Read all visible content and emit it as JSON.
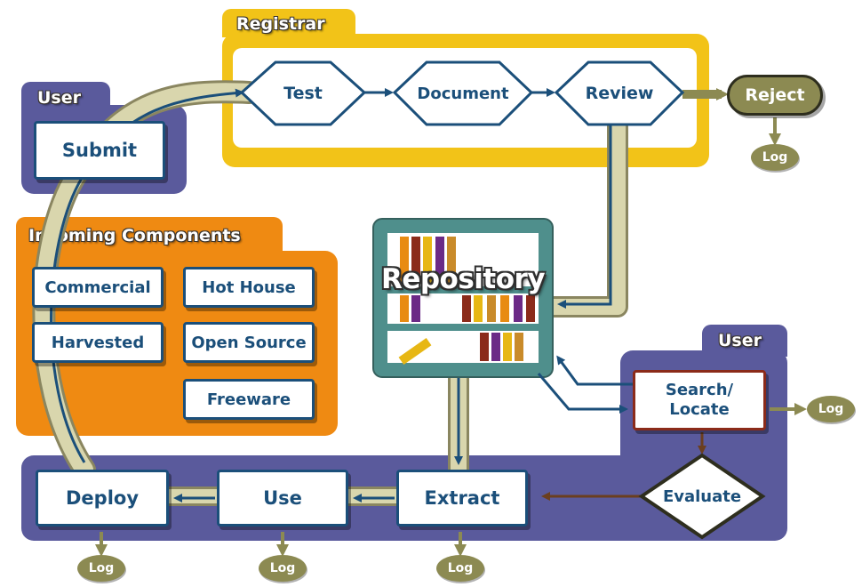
{
  "colors": {
    "user_panel": "#5a5a9c",
    "registrar_panel": "#f2c318",
    "incoming_panel": "#ef8a12",
    "repository_frame": "#4f8f8c",
    "flow_arrow": "#1b4f7a",
    "pipe": "#d2cfa4",
    "log_bubble": "#8c8a52",
    "decision_arrow": "#6b3f1f"
  },
  "panels": {
    "user_top": "User",
    "registrar": "Registrar",
    "incoming": "Incoming Components",
    "user_bottom": "User"
  },
  "nodes": {
    "submit": "Submit",
    "test": "Test",
    "document": "Document",
    "review": "Review",
    "reject": "Reject",
    "repository": "Repository",
    "search_locate": [
      "Search/",
      "Locate"
    ],
    "evaluate": "Evaluate",
    "extract": "Extract",
    "use": "Use",
    "deploy": "Deploy"
  },
  "incoming_components": [
    "Commercial",
    "Hot House",
    "Harvested",
    "Open Source",
    "Freeware"
  ],
  "log_label": "Log"
}
